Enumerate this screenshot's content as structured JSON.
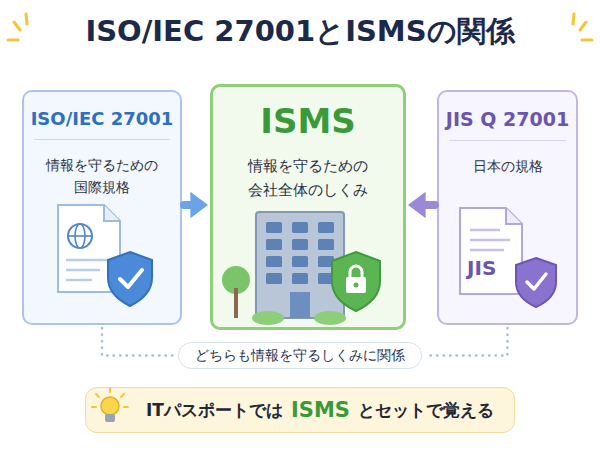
{
  "diagram": {
    "title": "ISO/IEC 27001とISMSの関係",
    "nodes": [
      {
        "text": [
          "ISO/IEC 27001",
          "情報を守るための 国際規格"
        ]
      },
      {
        "text": [
          "ISMS",
          "情報を守るための 会社全体のしくみ"
        ]
      },
      {
        "text": [
          "JIS Q 27001",
          "日本の規格"
        ]
      },
      {
        "text": [
          "どちらも情報を守るしくみに関係"
        ]
      },
      {
        "text": [
          "ITパスポートでは",
          "ISMS",
          "とセットで覚える"
        ]
      }
    ],
    "edges": [
      {
        "from": 0,
        "to": 1,
        "arrow": "to"
      },
      {
        "from": 2,
        "to": 1,
        "arrow": "to"
      },
      {
        "from": 0,
        "to": 3,
        "arrow": "none"
      },
      {
        "from": 2,
        "to": 3,
        "arrow": "none"
      }
    ],
    "labels": [
      "JIS"
    ]
  }
}
